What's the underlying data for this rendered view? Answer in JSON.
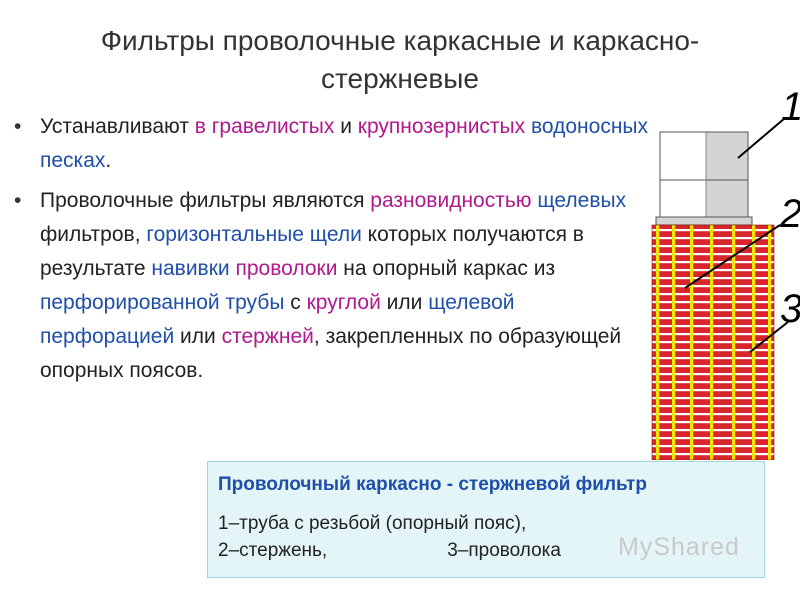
{
  "title": {
    "line1": "Фильтры проволочные каркасные  и каркасно-",
    "line2": "стержневые"
  },
  "bullet1": {
    "t1": "Устанавливают ",
    "t2": "в гравелистых",
    "t3": " и ",
    "t4": "крупнозернистых",
    "t5": " ",
    "t6": "водоносных песках",
    "t7": "."
  },
  "bullet2": {
    "t1": "Проволочные фильтры являются ",
    "t2": "разновидностью",
    "t3": " ",
    "t4": "щелевых",
    "t5": " фильтров, ",
    "t6": "горизонтальные щели",
    "t7": " которых получаются  в результате ",
    "t8": "навивки",
    "t9": " ",
    "t10": "проволоки",
    "t11": " на опорный каркас из ",
    "t12": "перфорированной трубы",
    "t13": " с ",
    "t14": "круглой",
    "t15": " или ",
    "t16": "щелевой перфорацией",
    "t17": " или ",
    "t18": "стержней",
    "t19": ", закрепленных по образующей опорных поясов."
  },
  "caption": {
    "title": "Проволочный каркасно - стержневой фильтр",
    "line1": "1–труба с резьбой  (опорный пояс),",
    "line2a": "2–стержень,",
    "line2b": "3–проволока"
  },
  "diagram": {
    "label1": "1",
    "label2": "2",
    "label3": "3"
  },
  "watermark": "MyShared",
  "colors": {
    "blue_text": "#1f4fa8",
    "magenta_text": "#b0198c",
    "wire": "#d9262c",
    "rod": "#f3e600",
    "pipe": "#d4d4d4",
    "caption_bg": "#e3f5f7"
  }
}
